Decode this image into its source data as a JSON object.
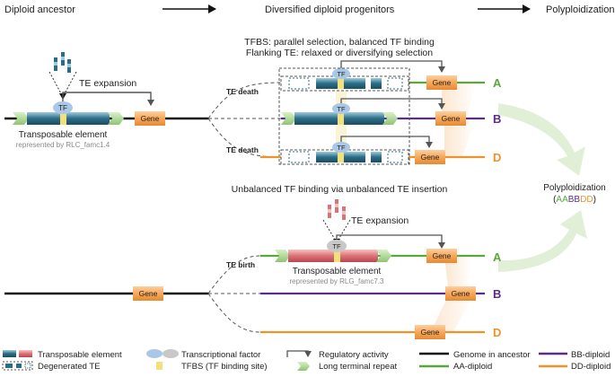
{
  "header": {
    "stage1": "Diploid ancestor",
    "stage2": "Diversified diploid progenitors",
    "stage3": "Polyploidization"
  },
  "top": {
    "te_expansion": "TE expansion",
    "tf": "TF",
    "gene": "Gene",
    "te_label": "Transposable element",
    "te_rep": "represented by RLC_famc1.4",
    "tfbs_line1": "TFBS: parallel selection, balanced TF binding",
    "tfbs_line2": "Flanking TE: relaxed or diversifying selection",
    "te_death": "TE death"
  },
  "bottom": {
    "title": "Unbalanced TF binding via unbalanced TE insertion",
    "te_expansion": "TE expansion",
    "te_birth": "TE birth",
    "te_label": "Transposable element",
    "te_rep": "represented by RLG_famc7.3"
  },
  "genomes": {
    "a": "A",
    "b": "B",
    "d": "D"
  },
  "polyploid": {
    "label": "Polyploidization",
    "aa": "AA",
    "bb": "BB",
    "dd": "DD",
    "open": "(",
    "close": ")"
  },
  "legend": {
    "te": "Transposable element",
    "degen": "Degenerated TE",
    "tf": "Transcriptional factor",
    "tfbs": "TFBS (TF binding site)",
    "reg": "Regulatory activity",
    "ltr": "Long terminal repeat",
    "anc": "Genome in ancestor",
    "aa": "AA-diploid",
    "bb": "BB-diploid",
    "dd": "DD-diploid"
  },
  "colors": {
    "a_green": "#5aa83c",
    "b_purple": "#5b2d86",
    "d_orange": "#f0922b",
    "gene_fill": "#f7a85a",
    "te_blue": "#2a6d87",
    "te_red": "#dc7278",
    "tf_blue": "#a9c7e6",
    "tfbs_yellow": "#f3e07c"
  }
}
